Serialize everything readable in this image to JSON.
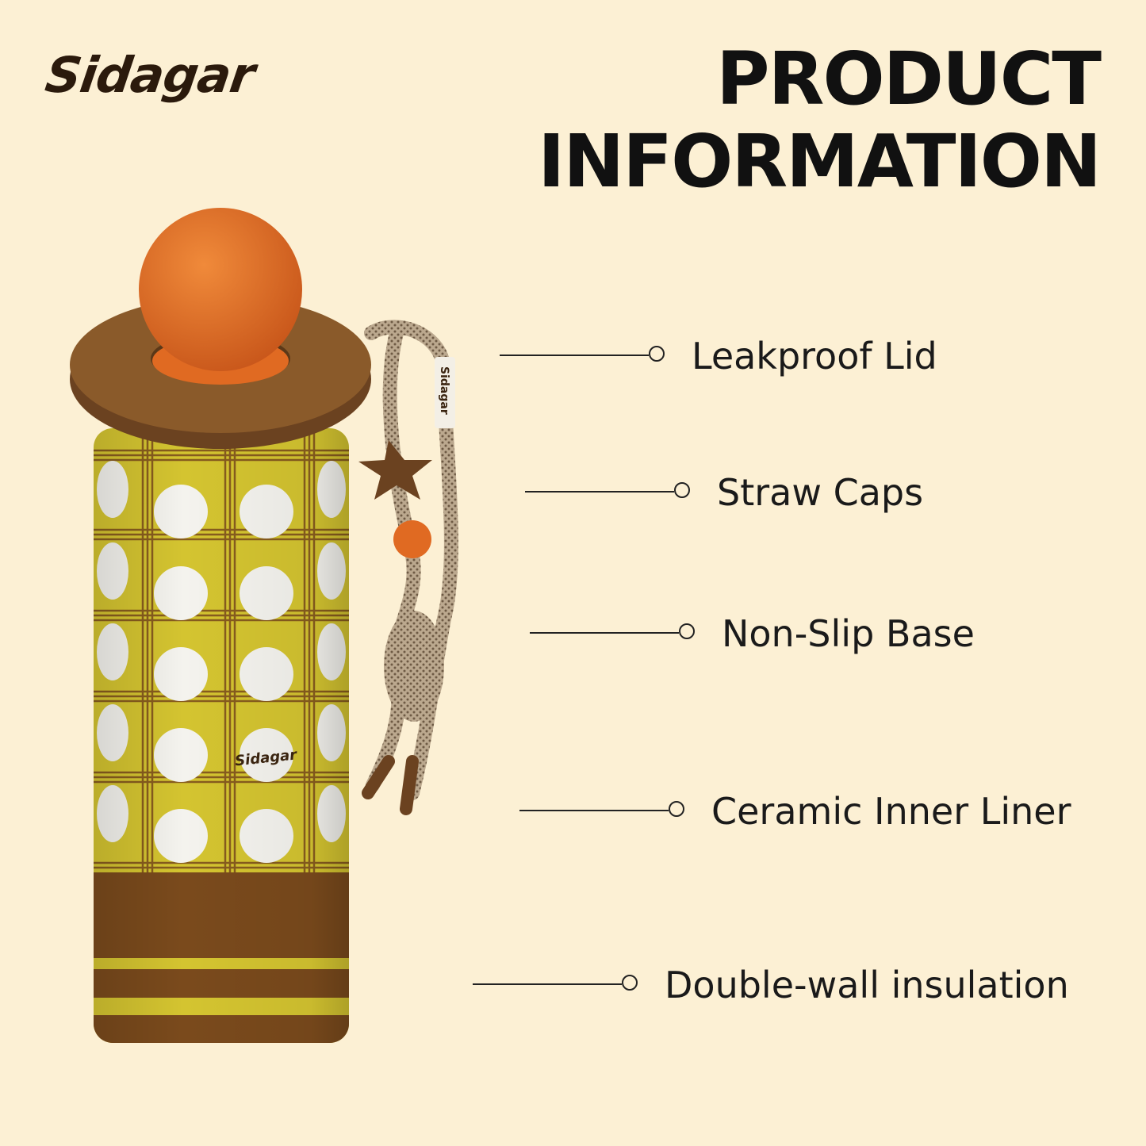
{
  "brand": {
    "logo_text": "Sidagar",
    "bottle_logo": "Sidagar",
    "strap_tag": "Sidagar"
  },
  "header": {
    "title_line1": "PRODUCT",
    "title_line2": "INFORMATION"
  },
  "features": [
    {
      "label": "Leakproof Lid"
    },
    {
      "label": "Straw Caps"
    },
    {
      "label": "Non-Slip Base"
    },
    {
      "label": "Ceramic Inner Liner"
    },
    {
      "label": "Double-wall insulation"
    }
  ],
  "colors": {
    "background": "#fcf0d4",
    "bottle_yellow": "#d4c430",
    "bottle_brown": "#7a4a1c",
    "ball_orange": "#e06a22",
    "text": "#111111"
  }
}
